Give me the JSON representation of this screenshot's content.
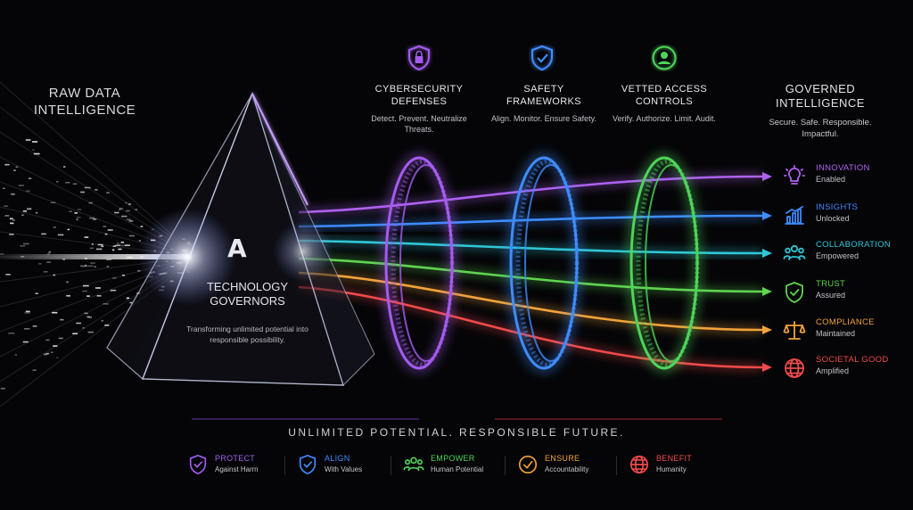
{
  "input": {
    "title": "RAW DATA INTELLIGENCE"
  },
  "prism": {
    "logo": "A",
    "title": "TECHNOLOGY GOVERNORS",
    "subtitle": "Transforming unlimited potential into responsible possibility."
  },
  "rings": [
    {
      "title": "CYBERSECURITY DEFENSES",
      "subtitle": "Detect. Prevent. Neutralize Threats.",
      "icon": "lock-shield-icon",
      "color": "#a45cf0"
    },
    {
      "title": "SAFETY FRAMEWORKS",
      "subtitle": "Align. Monitor. Ensure Safety.",
      "icon": "check-shield-icon",
      "color": "#3f8cff"
    },
    {
      "title": "VETTED ACCESS CONTROLS",
      "subtitle": "Verify. Authorize. Limit. Audit.",
      "icon": "user-circle-icon",
      "color": "#4ed45a"
    }
  ],
  "output": {
    "title": "GOVERNED INTELLIGENCE",
    "subtitle": "Secure. Safe. Responsible. Impactful.",
    "items": [
      {
        "label": "INNOVATION",
        "status": "Enabled",
        "icon": "lightbulb-icon",
        "color": "#b061f2"
      },
      {
        "label": "INSIGHTS",
        "status": "Unlocked",
        "icon": "bar-chart-icon",
        "color": "#3c8cff"
      },
      {
        "label": "COLLABORATION",
        "status": "Empowered",
        "icon": "people-icon",
        "color": "#2fc7d6"
      },
      {
        "label": "TRUST",
        "status": "Assured",
        "icon": "shield-check-icon",
        "color": "#5fd44f"
      },
      {
        "label": "COMPLIANCE",
        "status": "Maintained",
        "icon": "scales-icon",
        "color": "#f2a23a"
      },
      {
        "label": "SOCIETAL GOOD",
        "status": "Amplified",
        "icon": "globe-icon",
        "color": "#f04a4a"
      }
    ]
  },
  "tagline": "UNLIMITED POTENTIAL. RESPONSIBLE FUTURE.",
  "pillars": [
    {
      "label": "PROTECT",
      "sub": "Against Harm",
      "icon": "shield-check-icon",
      "color": "#a45cf0"
    },
    {
      "label": "ALIGN",
      "sub": "With Values",
      "icon": "shield-check-icon",
      "color": "#3f8cff"
    },
    {
      "label": "EMPOWER",
      "sub": "Human Potential",
      "icon": "people-icon",
      "color": "#4ed45a"
    },
    {
      "label": "ENSURE",
      "sub": "Accountability",
      "icon": "check-circle-icon",
      "color": "#f2a23a"
    },
    {
      "label": "BENEFIT",
      "sub": "Humanity",
      "icon": "globe-icon",
      "color": "#f04a4a"
    }
  ]
}
